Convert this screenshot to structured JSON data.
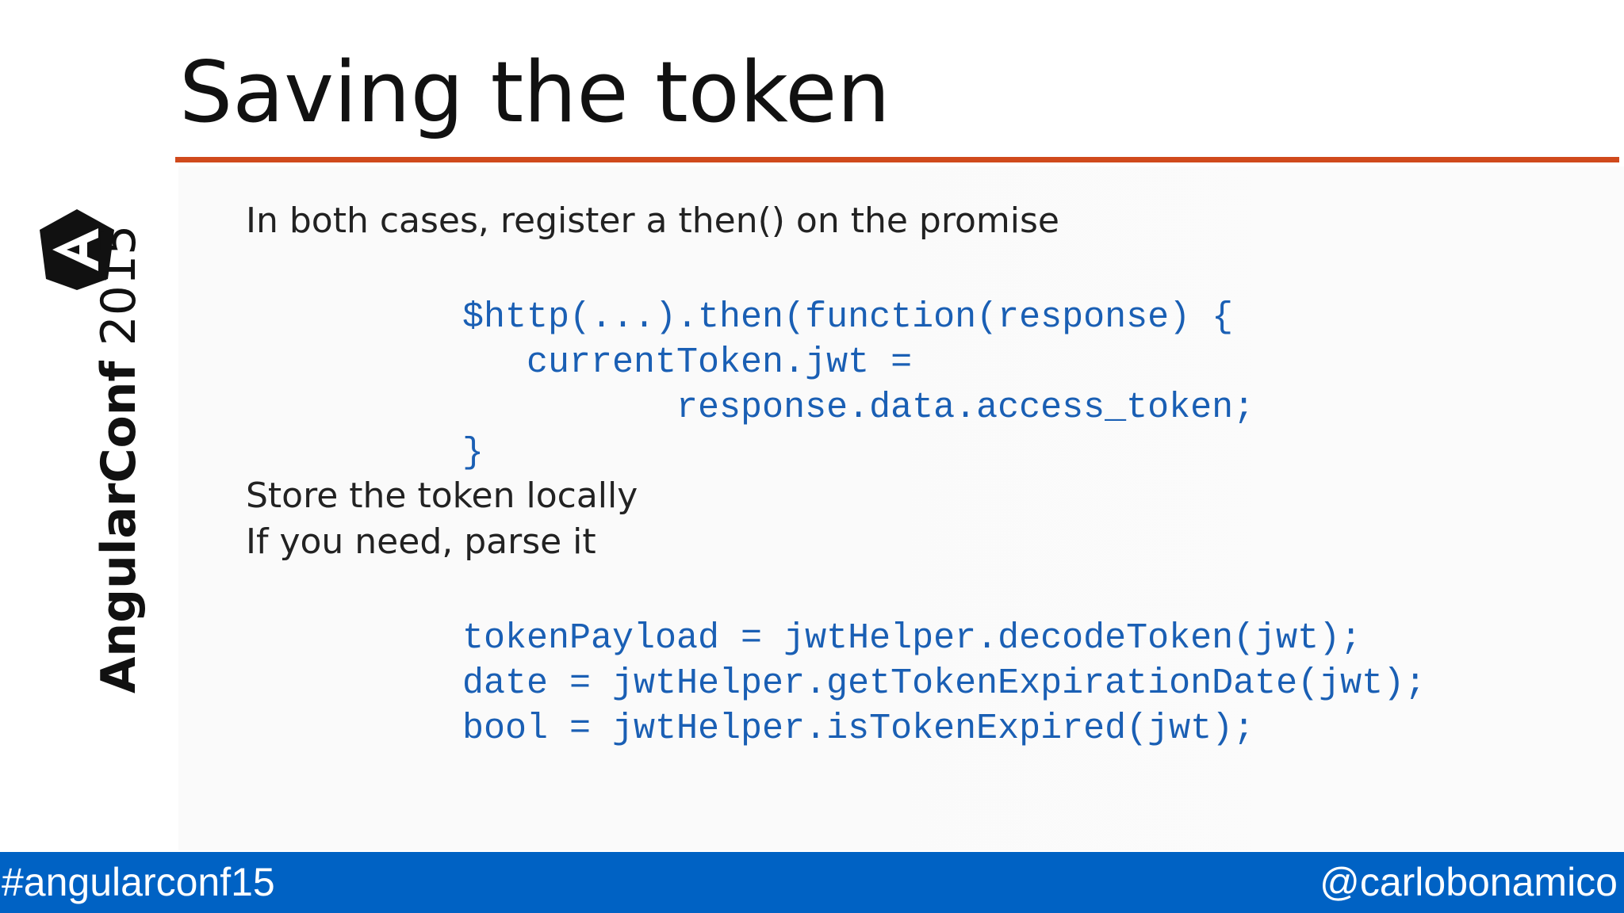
{
  "slide": {
    "title": "Saving the token",
    "paragraphs": [
      "In both cases, register a then() on the promise",
      "Store the token locally",
      "If you need, parse it"
    ],
    "code_block_1": [
      "$http(...).then(function(response) {",
      "   currentToken.jwt =",
      "          response.data.access_token;",
      "}"
    ],
    "code_block_2": [
      "tokenPayload = jwtHelper.decodeToken(jwt);",
      "date = jwtHelper.getTokenExpirationDate(jwt);",
      "bool = jwtHelper.isTokenExpired(jwt);"
    ]
  },
  "sidebar": {
    "logo_icon": "angular-shield-icon",
    "brand_bold": "AngularConf",
    "brand_year": " 2015"
  },
  "footer": {
    "hashtag": "#angularconf15",
    "handle": "@carlobonamico"
  },
  "colors": {
    "accent_rule": "#d04a1c",
    "code_text": "#1a5fb4",
    "footer_bar": "#0062c4"
  }
}
